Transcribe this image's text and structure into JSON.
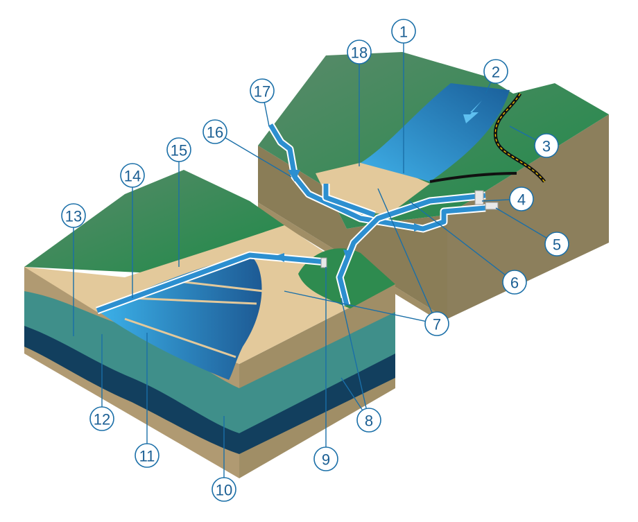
{
  "diagram": {
    "callouts": [
      "1",
      "2",
      "3",
      "4",
      "5",
      "6",
      "7",
      "8",
      "9",
      "10",
      "11",
      "12",
      "13",
      "14",
      "15",
      "16",
      "17",
      "18"
    ]
  },
  "colors": {
    "green": "#2e8b4f",
    "green_dark": "#1f6e3d",
    "sand": "#e3c99b",
    "water": "#2f8fd2",
    "earth": "#8c7f5c",
    "teal": "#3f8f8a",
    "navy": "#123f5e",
    "callout": "#1a6fa8"
  }
}
